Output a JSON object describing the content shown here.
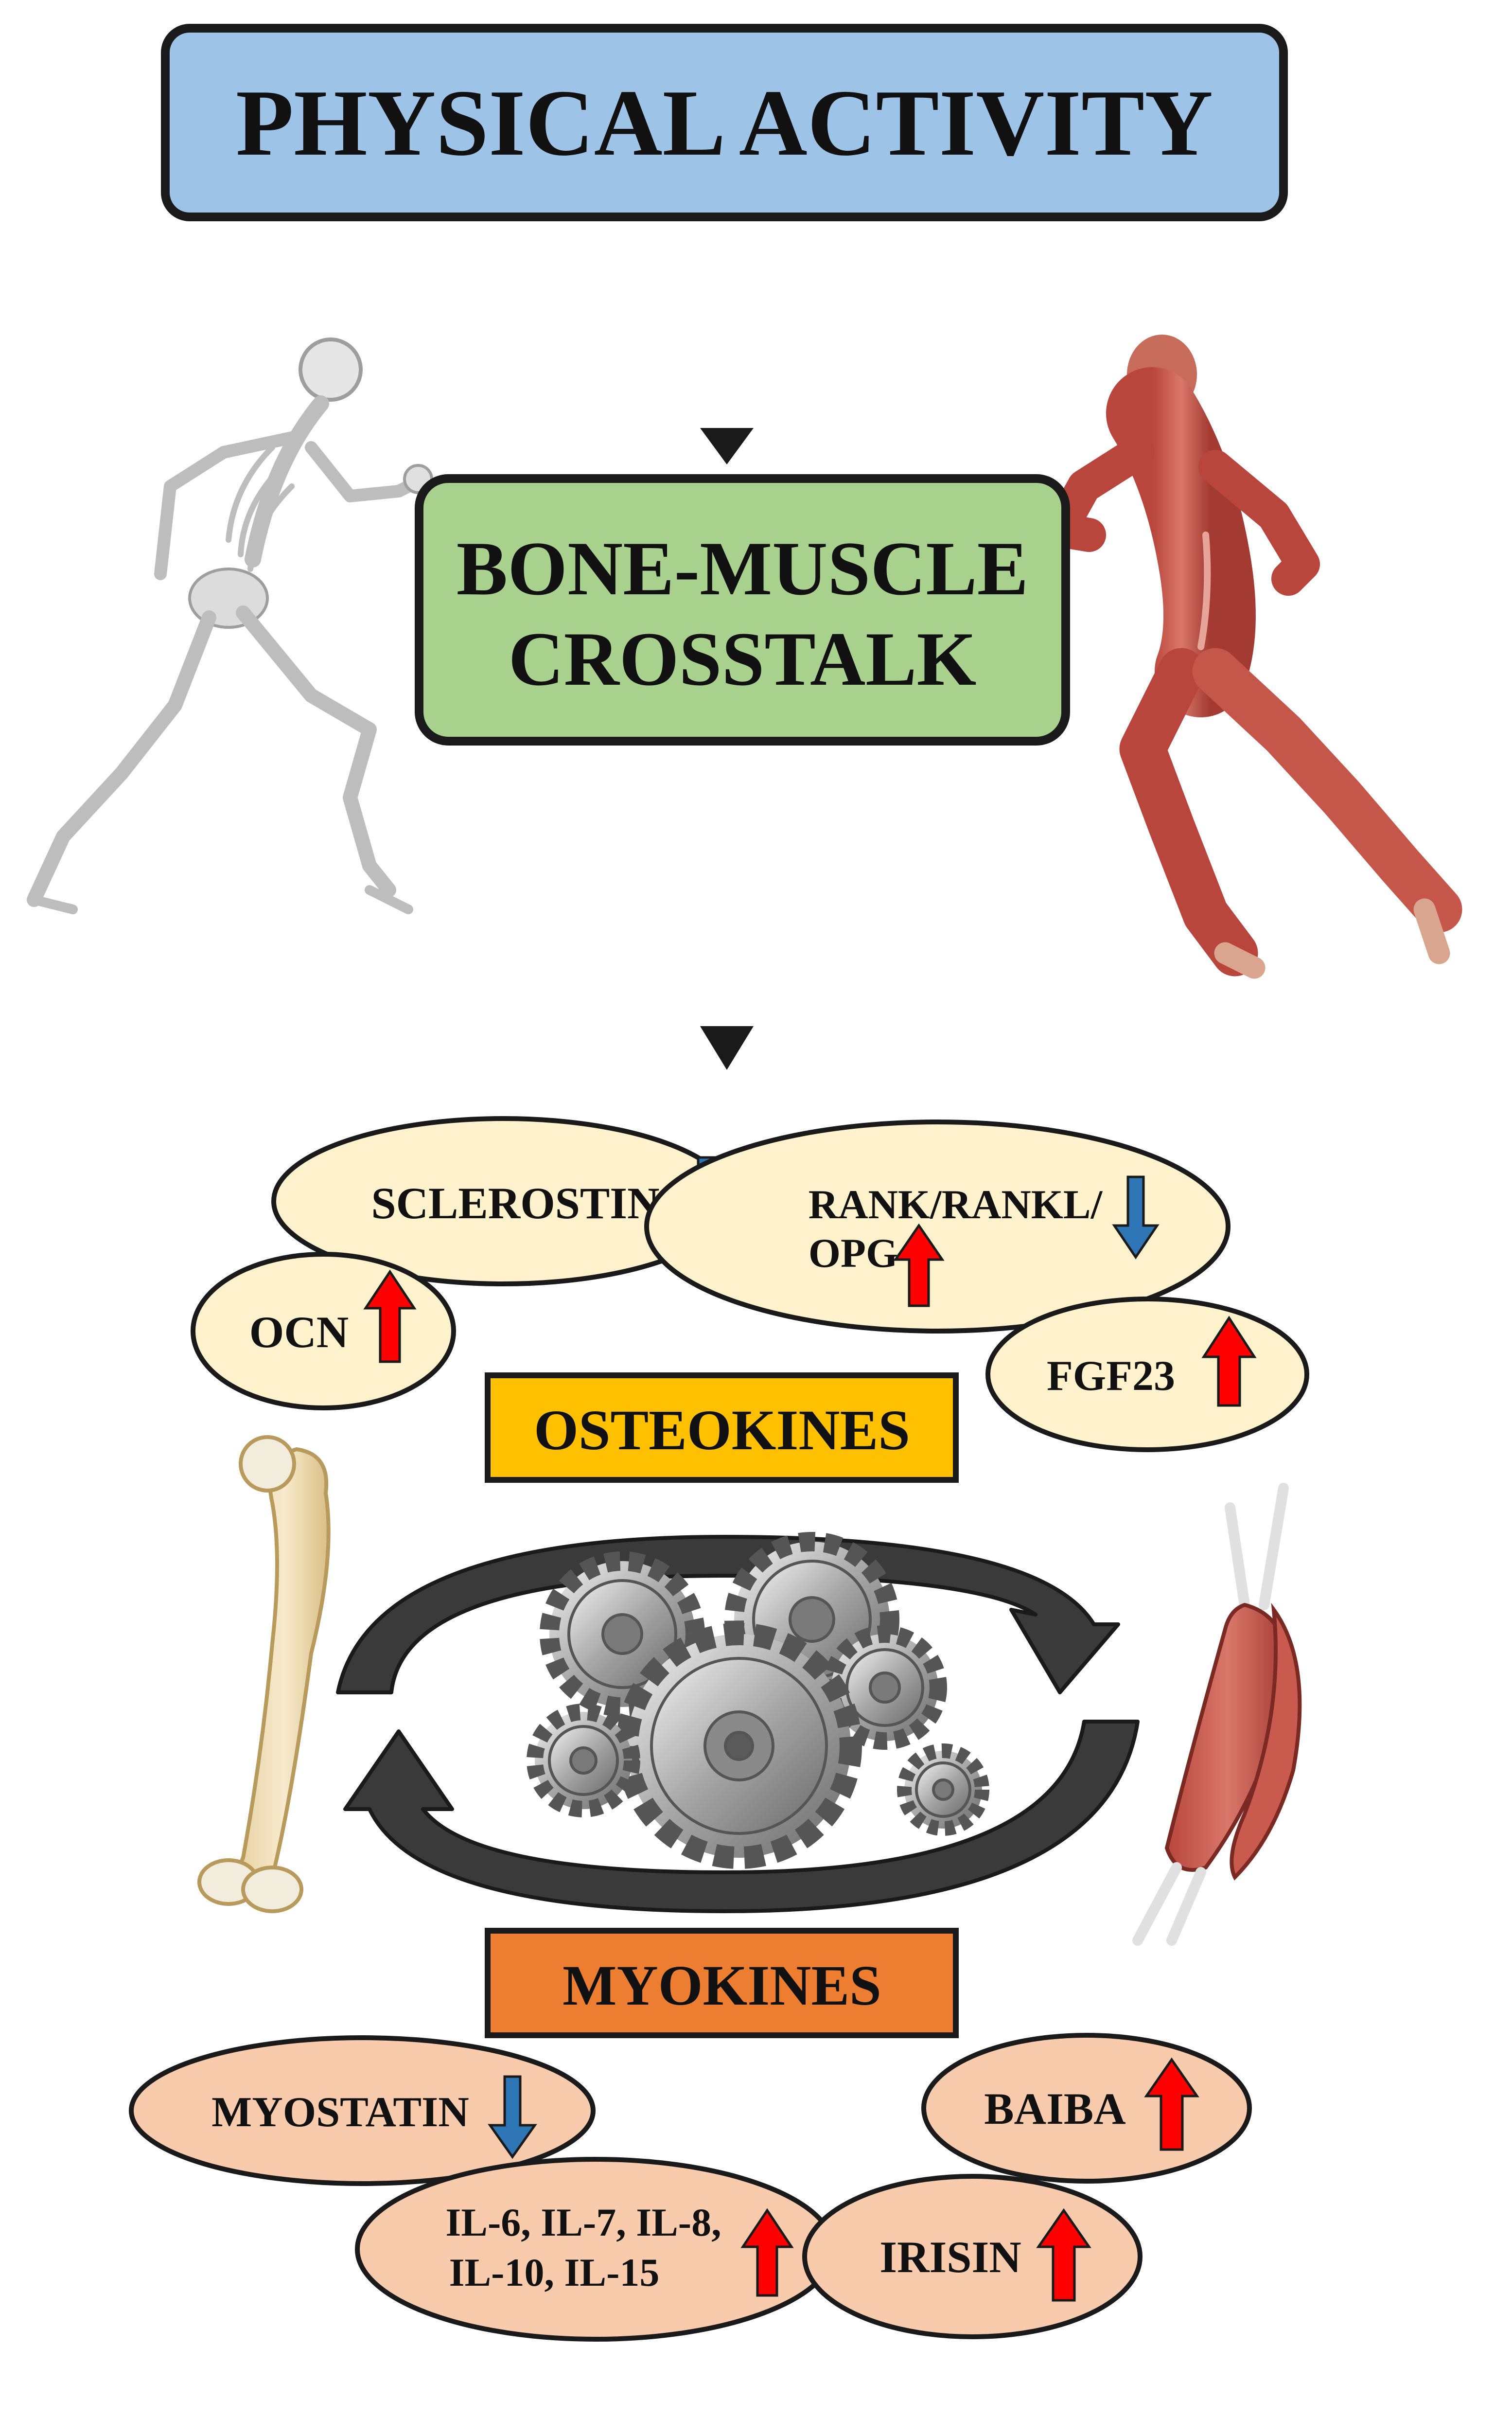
{
  "title": "PHYSICAL ACTIVITY",
  "crosstalk": {
    "line1": "BONE-MUSCLE",
    "line2": "CROSSTALK"
  },
  "osteokines_label": "OSTEOKINES",
  "myokines_label": "MYOKINES",
  "osteokines": [
    {
      "label": "SCLEROSTIN",
      "trend": "down"
    },
    {
      "label_line1": "RANK/RANKL/",
      "label_line2": "OPG",
      "trend_line1": "down",
      "trend_line2": "up"
    },
    {
      "label": "OCN",
      "trend": "up"
    },
    {
      "label": "FGF23",
      "trend": "up"
    }
  ],
  "myokines": [
    {
      "label": "MYOSTATIN",
      "trend": "down"
    },
    {
      "label": "BAIBA",
      "trend": "up"
    },
    {
      "label_line1": "IL-6, IL-7, IL-8,",
      "label_line2": "IL-10, IL-15",
      "trend": "up"
    },
    {
      "label": "IRISIN",
      "trend": "up"
    }
  ],
  "colors": {
    "title_box": "#9dc3e6",
    "crosstalk_box": "#a9d18e",
    "osteokines_box": "#ffc000",
    "myokines_box": "#ed7d31",
    "osteokine_ellipse": "#fff2cc",
    "myokine_ellipse": "#f8cbad",
    "up_arrow": "#ff0000",
    "down_arrow": "#2e75b6",
    "cycle_arrow": "#3a3a3a"
  },
  "icons": [
    "skeleton-runner-icon",
    "muscle-runner-icon",
    "femur-bone-icon",
    "skeletal-muscle-icon",
    "gears-icon"
  ]
}
